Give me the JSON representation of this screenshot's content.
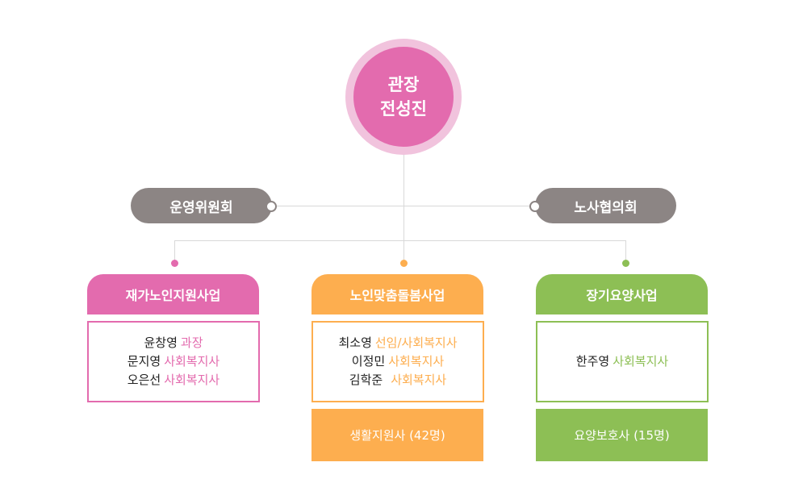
{
  "colors": {
    "pink": "#e36bae",
    "orange": "#fdae4f",
    "green": "#8dbf55",
    "gray": "#8c8584"
  },
  "director": {
    "title": "관장",
    "name": "전성진"
  },
  "committees": {
    "left": "운영위원회",
    "right": "노사협의회"
  },
  "departments": [
    {
      "name": "재가노인지원사업",
      "staff": [
        {
          "name": "윤창영",
          "role": "과장"
        },
        {
          "name": "문지영",
          "role": "사회복지사"
        },
        {
          "name": "오은선",
          "role": "사회복지사"
        }
      ]
    },
    {
      "name": "노인맞춤돌봄사업",
      "staff": [
        {
          "name": "최소영",
          "role": "선임/사회복지사"
        },
        {
          "name": "이정민",
          "role": "사회복지사"
        },
        {
          "name": "김학준",
          "role": "사회복지사"
        }
      ],
      "sub": "생활지원사 (42명)"
    },
    {
      "name": "장기요양사업",
      "staff": [
        {
          "name": "한주영",
          "role": "사회복지사"
        }
      ],
      "sub": "요양보호사 (15명)"
    }
  ]
}
